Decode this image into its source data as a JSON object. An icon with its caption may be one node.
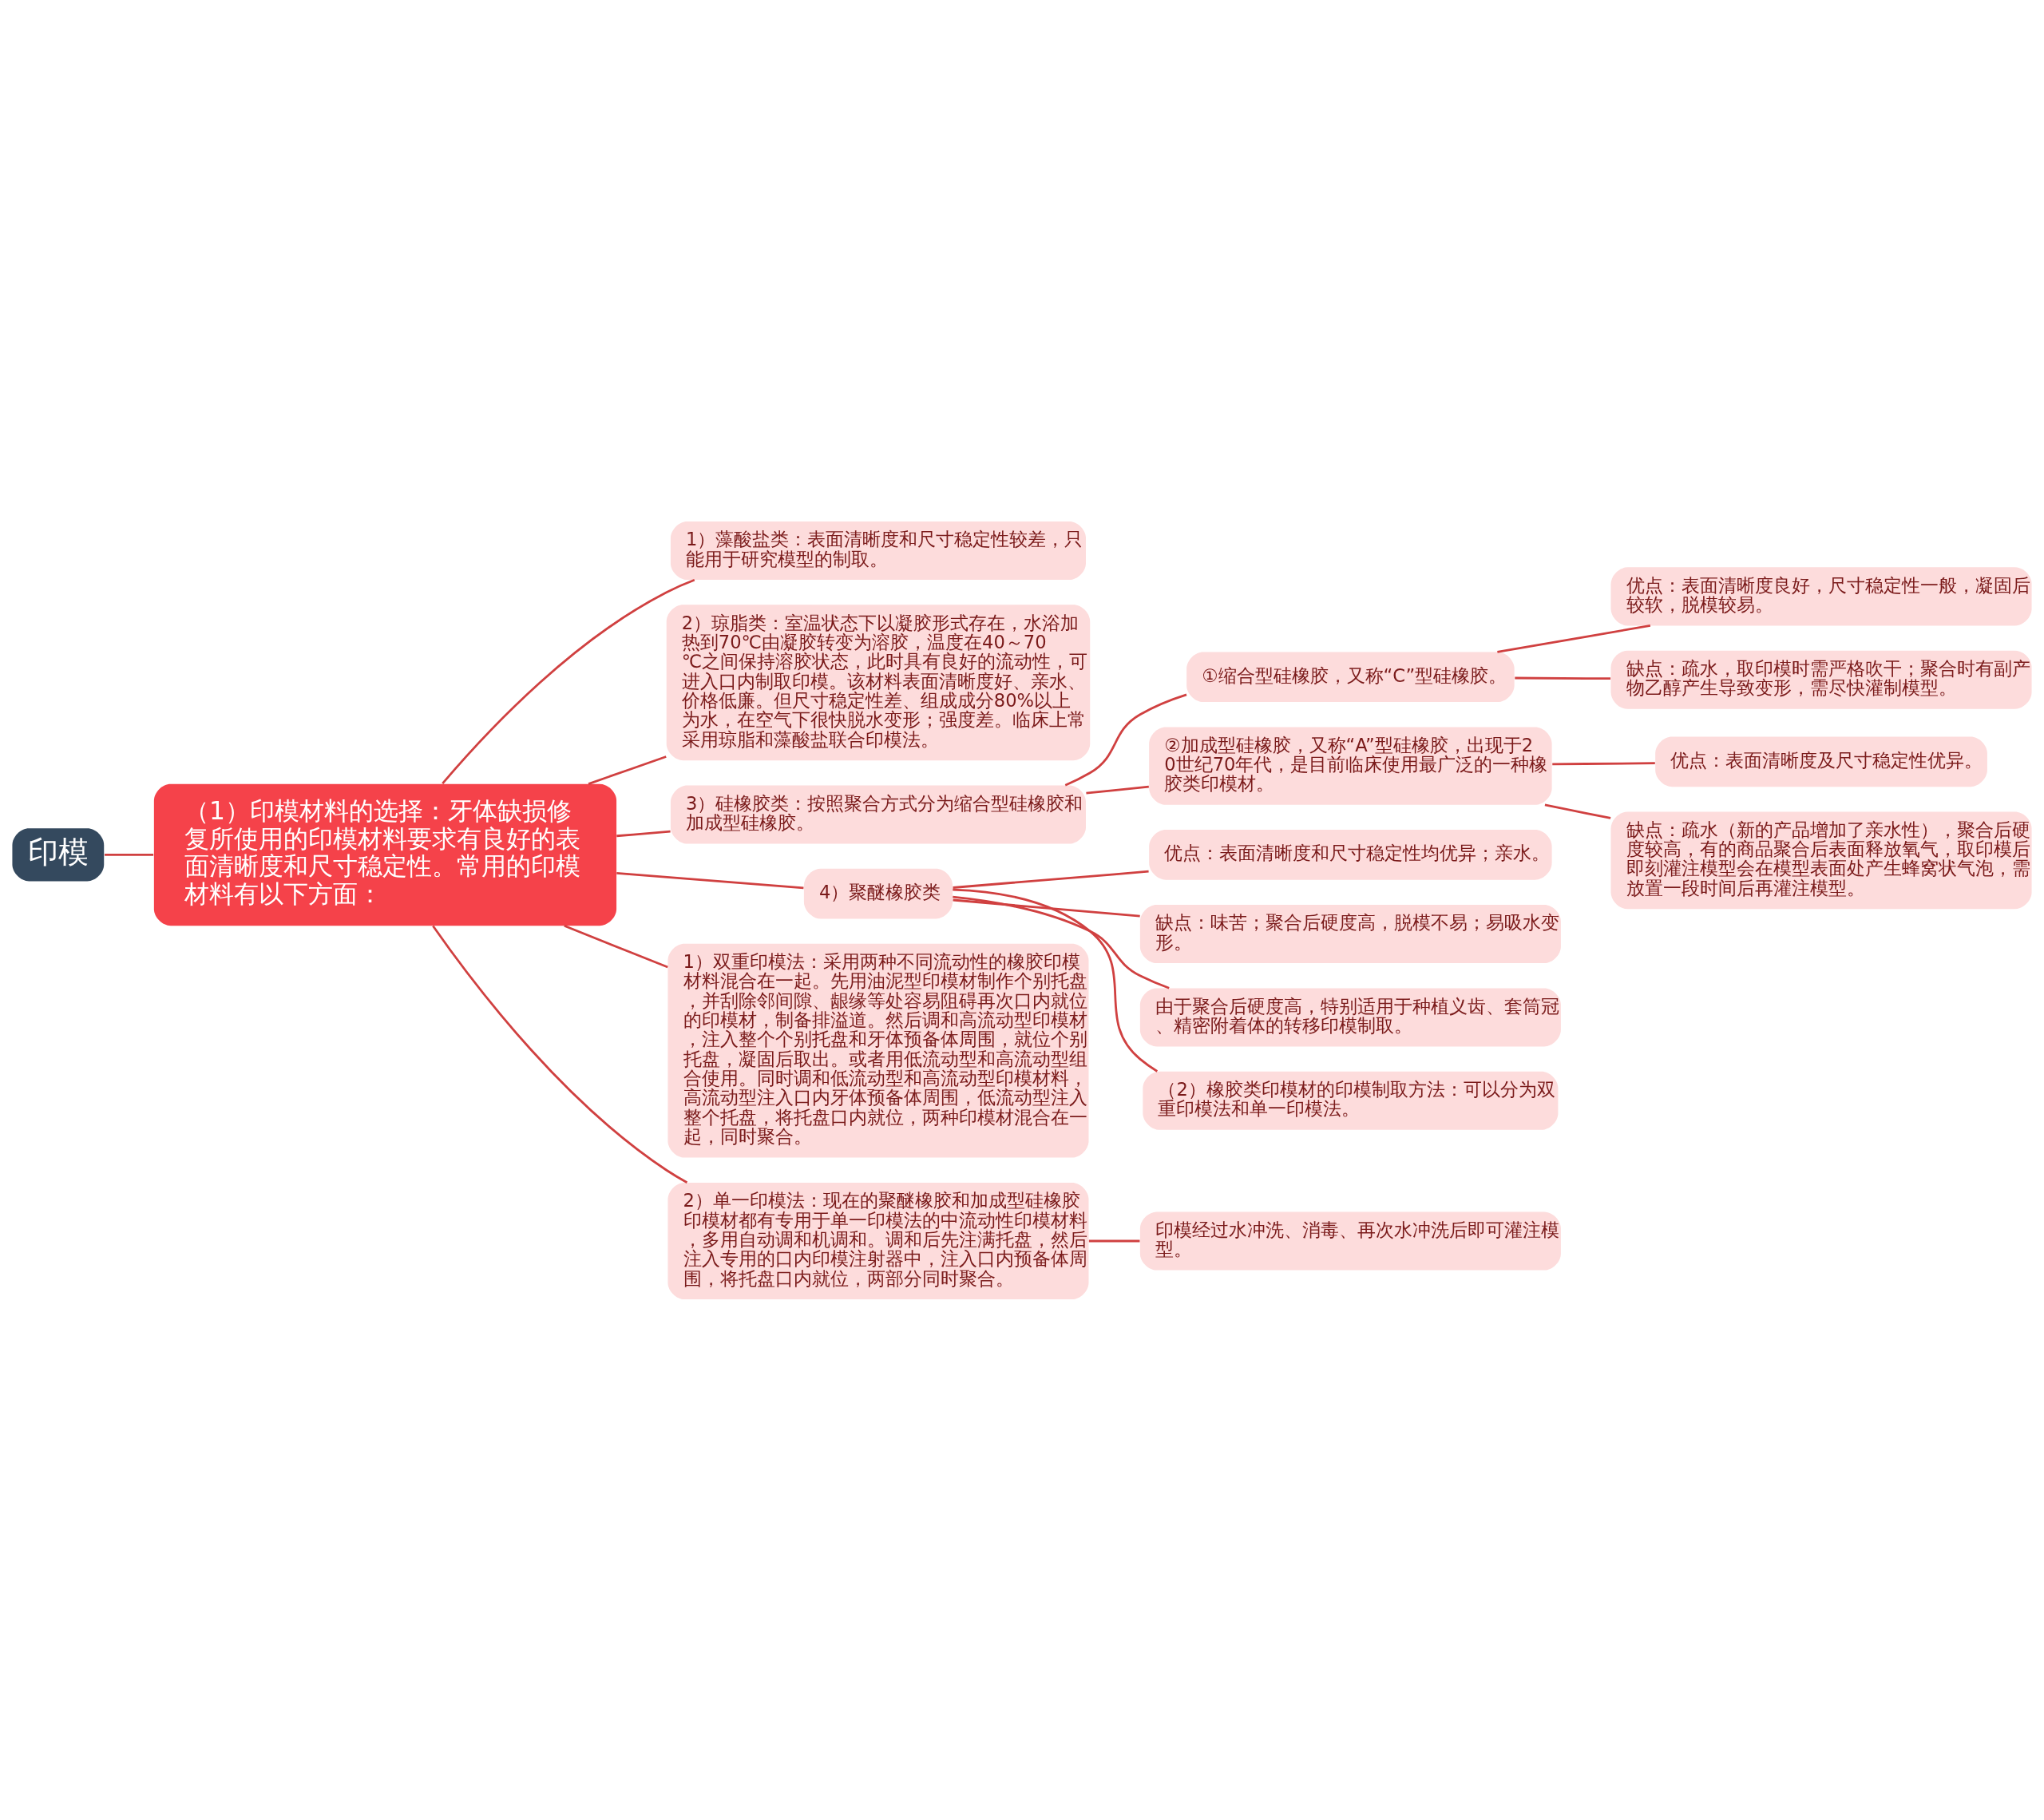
{
  "diagram": {
    "nodes": [
      {
        "text": [
          "印模"
        ]
      },
      {
        "text": [
          "（1）印模材料的选择：牙体缺损修复所使用的印模材料要求有良好的表面清晰度和尺寸稳定性。常用的印模材料有以下方面："
        ]
      },
      {
        "text": [
          "1）藻酸盐类：表面清晰度和尺寸稳定性较差，只能用于研究模型的制取。"
        ]
      },
      {
        "text": [
          "2）琼脂类：室温状态下以凝胶形式存在，水浴加热到70℃由凝胶转变为溶胶，温度在40～70℃之间保持溶胶状态，此时具有良好的流动性，可进入口内制取印模。该材料表面清晰度好、亲水、价格低廉。但尺寸稳定性差、组成成分80%以上为水，在空气下很快脱水变形；强度差。临床上常采用琼脂和藻酸盐联合印模法。"
        ]
      },
      {
        "text": [
          "3）硅橡胶类：按照聚合方式分为缩合型硅橡胶和加成型硅橡胶。"
        ]
      },
      {
        "text": [
          "①缩合型硅橡胶，又称“C”型硅橡胶。"
        ]
      },
      {
        "text": [
          "优点：表面清晰度良好，尺寸稳定性一般，凝固后较软，脱模较易。"
        ]
      },
      {
        "text": [
          "缺点：疏水，取印模时需严格吹干；聚合时有副产物乙醇产生导致变形，需尽快灌制模型。"
        ]
      },
      {
        "text": [
          "②加成型硅橡胶，又称“A”型硅橡胶，出现于20世纪70年代，是目前临床使用最广泛的一种橡胶类印模材。"
        ]
      },
      {
        "text": [
          "优点：表面清晰度及尺寸稳定性优异。"
        ]
      },
      {
        "text": [
          "缺点：疏水（新的产品增加了亲水性），聚合后硬度较高，有的商品聚合后表面释放氧气，取印模后即刻灌注模型会在模型表面处产生蜂窝状气泡，需放置一段时间后再灌注模型。"
        ]
      },
      {
        "text": [
          "4）聚醚橡胶类"
        ]
      },
      {
        "text": [
          "优点：表面清晰度和尺寸稳定性均优异；亲水。"
        ]
      },
      {
        "text": [
          "缺点：味苦；聚合后硬度高，脱模不易；易吸水变形。"
        ]
      },
      {
        "text": [
          "由于聚合后硬度高，特别适用于种植义齿、套筒冠、精密附着体的转移印模制取。"
        ]
      },
      {
        "text": [
          "（2）橡胶类印模材的印模制取方法：可以分为双重印模法和单一印模法。"
        ]
      },
      {
        "text": [
          "1）双重印模法：采用两种不同流动性的橡胶印模材料混合在一起。先用油泥型印模材制作个别托盘，并刮除邻间隙、龈缘等处容易阻碍再次口内就位的印模材，制备排溢道。然后调和高流动型印模材，注入整个个别托盘和牙体预备体周围，就位个别托盘，凝固后取出。或者用低流动型和高流动型组合使用。同时调和低流动型和高流动型印模材料，高流动型注入口内牙体预备体周围，低流动型注入整个托盘，将托盘口内就位，两种印模材混合在一起，同时聚合。"
        ]
      },
      {
        "text": [
          "2）单一印模法：现在的聚醚橡胶和加成型硅橡胶印模材都有专用于单一印模法的中流动性印模材料，多用自动调和机调和。调和后先注满托盘，然后注入专用的口内印模注射器中，注入口内预备体周围，将托盘口内就位，两部分同时聚合。"
        ]
      },
      {
        "text": [
          "印模经过水冲洗、消毒、再次水冲洗后即可灌注模型。"
        ]
      }
    ],
    "edges": [
      {
        "from": 0,
        "to": 1,
        "arrow": "none"
      },
      {
        "from": 1,
        "to": 2,
        "arrow": "none"
      },
      {
        "from": 1,
        "to": 3,
        "arrow": "none"
      },
      {
        "from": 1,
        "to": 4,
        "arrow": "none"
      },
      {
        "from": 4,
        "to": 5,
        "arrow": "none"
      },
      {
        "from": 5,
        "to": 6,
        "arrow": "none"
      },
      {
        "from": 5,
        "to": 7,
        "arrow": "none"
      },
      {
        "from": 4,
        "to": 8,
        "arrow": "none"
      },
      {
        "from": 8,
        "to": 9,
        "arrow": "none"
      },
      {
        "from": 8,
        "to": 10,
        "arrow": "none"
      },
      {
        "from": 1,
        "to": 11,
        "arrow": "none"
      },
      {
        "from": 11,
        "to": 12,
        "arrow": "none"
      },
      {
        "from": 11,
        "to": 13,
        "arrow": "none"
      },
      {
        "from": 11,
        "to": 14,
        "arrow": "none"
      },
      {
        "from": 11,
        "to": 15,
        "arrow": "none"
      },
      {
        "from": 1,
        "to": 16,
        "arrow": "none"
      },
      {
        "from": 1,
        "to": 17,
        "arrow": "none"
      },
      {
        "from": 17,
        "to": 18,
        "arrow": "none"
      }
    ]
  }
}
